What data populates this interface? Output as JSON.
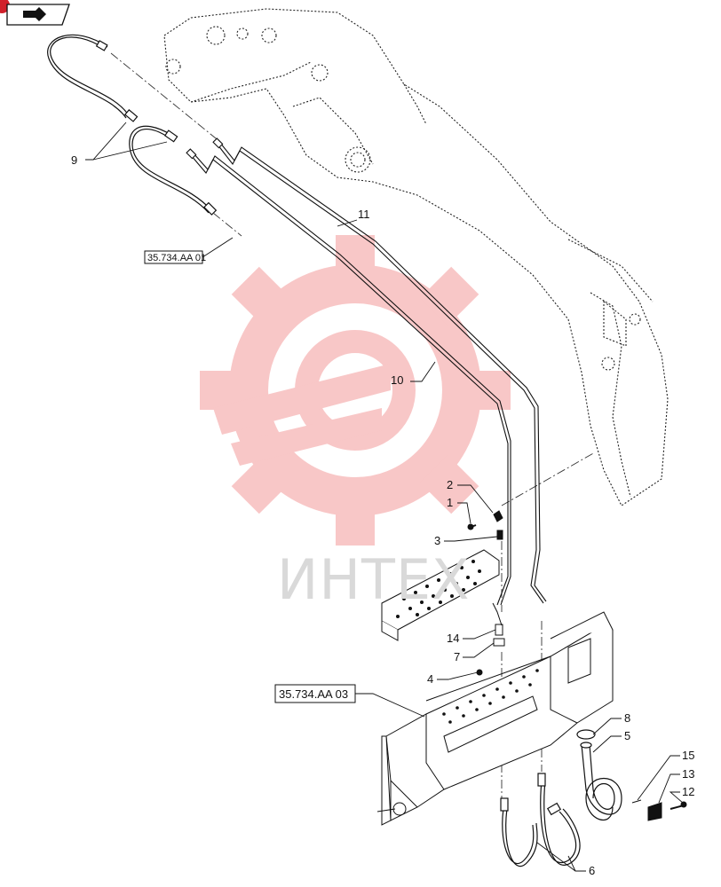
{
  "watermark": {
    "text": "ИНТЕХ",
    "color": "#f26b6b"
  },
  "references": {
    "ref_top": "35.734.AA 01",
    "ref_bottom": "35.734.AA 03"
  },
  "callouts": {
    "c1": "1",
    "c2": "2",
    "c3": "3",
    "c4": "4",
    "c5": "5",
    "c6": "6",
    "c7": "7",
    "c8": "8",
    "c9": "9",
    "c10": "10",
    "c11": "11",
    "c12": "12",
    "c13": "13",
    "c14": "14",
    "c15": "15"
  },
  "corner_icon": {
    "name": "navigation-arrow-icon",
    "accent": "#d0202a"
  }
}
